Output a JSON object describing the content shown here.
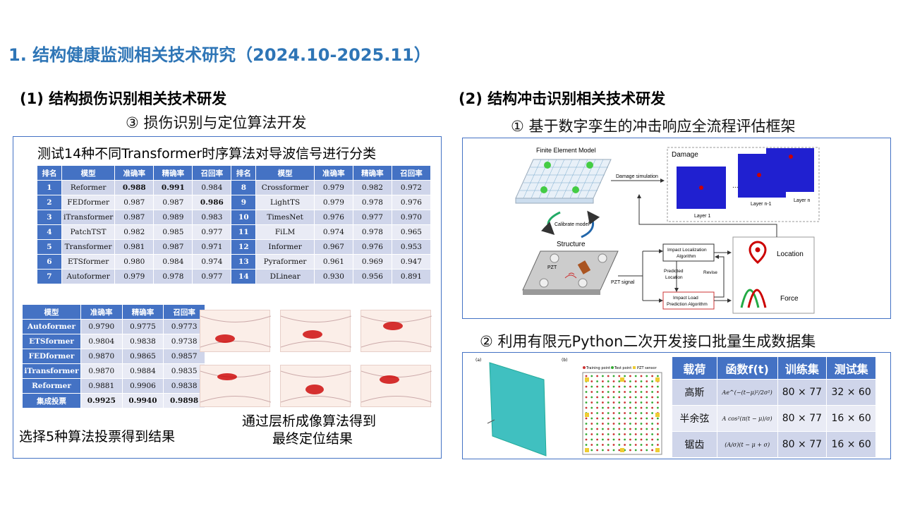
{
  "page": {
    "title": "1. 结构健康监测相关技术研究（2024.10-2025.11）"
  },
  "left": {
    "section_title": "(1) 结构损伤识别相关技术研发",
    "sub_title": "③ 损伤识别与定位算法开发",
    "table_caption": "测试14种不同Transformer时序算法对导波信号进行分类",
    "table1": {
      "headers": [
        "排名",
        "模型",
        "准确率",
        "精确率",
        "召回率",
        "排名",
        "模型",
        "准确率",
        "精确率",
        "召回率"
      ],
      "rows": [
        [
          "1",
          "Reformer",
          "0.988",
          "0.991",
          "0.984",
          "8",
          "Crossformer",
          "0.979",
          "0.982",
          "0.972"
        ],
        [
          "2",
          "FEDformer",
          "0.987",
          "0.987",
          "0.986",
          "9",
          "LightTS",
          "0.979",
          "0.978",
          "0.976"
        ],
        [
          "3",
          "iTransformer",
          "0.987",
          "0.989",
          "0.983",
          "10",
          "TimesNet",
          "0.976",
          "0.977",
          "0.970"
        ],
        [
          "4",
          "PatchTST",
          "0.982",
          "0.985",
          "0.977",
          "11",
          "FiLM",
          "0.974",
          "0.978",
          "0.965"
        ],
        [
          "5",
          "Transformer",
          "0.981",
          "0.987",
          "0.971",
          "12",
          "Informer",
          "0.967",
          "0.976",
          "0.953"
        ],
        [
          "6",
          "ETSformer",
          "0.980",
          "0.984",
          "0.974",
          "13",
          "Pyraformer",
          "0.961",
          "0.969",
          "0.947"
        ],
        [
          "7",
          "Autoformer",
          "0.979",
          "0.978",
          "0.977",
          "14",
          "DLinear",
          "0.930",
          "0.956",
          "0.891"
        ]
      ]
    },
    "table2": {
      "headers": [
        "模型",
        "准确率",
        "精确率",
        "召回率"
      ],
      "rows": [
        [
          "Autoformer",
          "0.9790",
          "0.9775",
          "0.9773"
        ],
        [
          "ETSformer",
          "0.9804",
          "0.9838",
          "0.9738"
        ],
        [
          "FEDformer",
          "0.9870",
          "0.9865",
          "0.9857"
        ],
        [
          "iTransformer",
          "0.9870",
          "0.9884",
          "0.9835"
        ],
        [
          "Reformer",
          "0.9881",
          "0.9906",
          "0.9838"
        ],
        [
          "集成投票",
          "0.9925",
          "0.9940",
          "0.9898"
        ]
      ]
    },
    "vote_caption": "选择5种算法投票得到结果",
    "tomo_caption_1": "通过层析成像算法得到",
    "tomo_caption_2": "最终定位结果"
  },
  "right": {
    "section_title": "(2) 结构冲击识别相关技术研发",
    "sub_title_1": "① 基于数字孪生的冲击响应全流程评估框架",
    "diagram": {
      "fem_label": "Finite Element Model",
      "damage_sim": "Damage simulation",
      "damage_title": "Damage",
      "layer1": "Layer 1",
      "layer_n1": "Layer n-1",
      "layer_n": "Layer n",
      "ellipsis": "...",
      "calibrate": "Calibrate model",
      "structure": "Structure",
      "pzt": "PZT",
      "pzt_signal": "PZT signal",
      "loc_algo_1": "Impact Localization",
      "loc_algo_2": "Algorithm",
      "predicted_1": "Predicted",
      "predicted_2": "Location",
      "revise": "Revise",
      "load_algo_1": "Impact Load",
      "load_algo_2": "Prediction Algorithm",
      "location": "Location",
      "force": "Force"
    },
    "sub_title_2": "② 利用有限元Python二次开发接口批量生成数据集",
    "figure": {
      "label_a": "(a)",
      "label_b": "(b)",
      "legend_training": "Training point",
      "legend_test": "Test point",
      "legend_pzt": "PZT sensor"
    },
    "table3": {
      "headers": [
        "载荷",
        "函数f(t)",
        "训练集",
        "测试集"
      ],
      "rows": [
        [
          "高斯",
          "Ae^(−(t−μ)²/2σ²)",
          "80 × 77",
          "32 × 60"
        ],
        [
          "半余弦",
          "A cos²(π(t − μ)/σ)",
          "80 × 77",
          "16 × 60"
        ],
        [
          "锯齿",
          "(A/σ)(t − μ + σ)",
          "80 × 77",
          "16 × 60"
        ]
      ]
    }
  }
}
